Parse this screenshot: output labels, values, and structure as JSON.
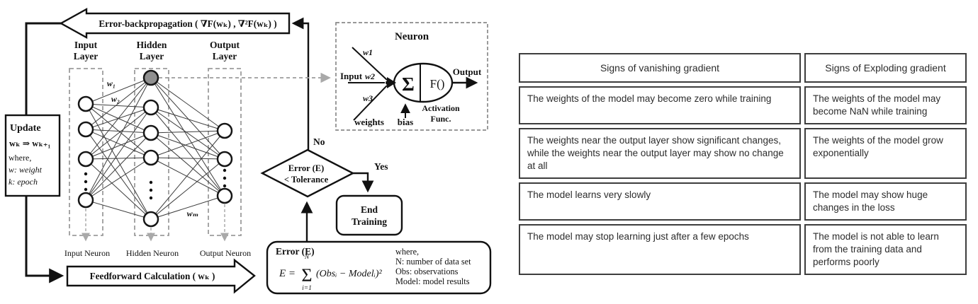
{
  "colors": {
    "ink": "#111111",
    "neuron_fill": "#909090",
    "dashed_gray": "#9c9c9c",
    "table_border": "#3d3d3d",
    "table_text": "#2c2c2c"
  },
  "diagram": {
    "backprop": {
      "label": "Error-backpropagation ( ∇F(wₖ) , ∇²F(wₖ) )"
    },
    "feedforward": {
      "label": "Feedforward Calculation ( wₖ )"
    },
    "layers": {
      "input": {
        "title1": "Input",
        "title2": "Layer",
        "caption": "Input Neuron"
      },
      "hidden": {
        "title1": "Hidden",
        "title2": "Layer",
        "caption": "Hidden Neuron"
      },
      "output": {
        "title1": "Output",
        "title2": "Layer",
        "caption": "Output Neuron"
      }
    },
    "weight_labels": {
      "w1": "w₁",
      "w2": "w₂",
      "wm": "wₘ"
    },
    "update": {
      "title": "Update",
      "formula": "wₖ ⇒ wₖ₊₁",
      "line1": "where,",
      "line2": "w: weight",
      "line3": "k: epoch"
    },
    "decision": {
      "line1": "Error (E)",
      "line2": "< Tolerance",
      "no": "No",
      "yes": "Yes"
    },
    "end": {
      "line1": "End",
      "line2": "Training"
    },
    "error": {
      "title": "Error (E)",
      "lhs": "E =",
      "sigma": "Σ",
      "upper": "N",
      "lower": "i=1",
      "rhs": "(Obsᵢ − Modelᵢ)²",
      "where1": "where,",
      "where2": "N: number of data set",
      "where3": "Obs: observations",
      "where4": "Model: model results"
    },
    "neuron": {
      "title": "Neuron",
      "input": "Input",
      "w1": "w1",
      "w2": "w2",
      "w3": "w3",
      "weights": "weights",
      "bias": "bias",
      "sum": "Σ",
      "func": "F()",
      "act1": "Activation",
      "act2": "Func.",
      "output": "Output"
    }
  },
  "table": {
    "headers": [
      "Signs of vanishing gradient",
      "Signs of Exploding gradient"
    ],
    "rows": [
      [
        "The weights of the model may become zero while training",
        "The weights of the model may become NaN while training"
      ],
      [
        "The weights near the output layer show significant changes, while the weights near the output layer may show no change at all",
        "The weights of the model grow exponentially"
      ],
      [
        "The model learns very slowly",
        "The model may show huge changes in the loss"
      ],
      [
        "The model may stop learning just after a few epochs",
        "The model is not able to learn from the training data and performs poorly"
      ]
    ]
  }
}
